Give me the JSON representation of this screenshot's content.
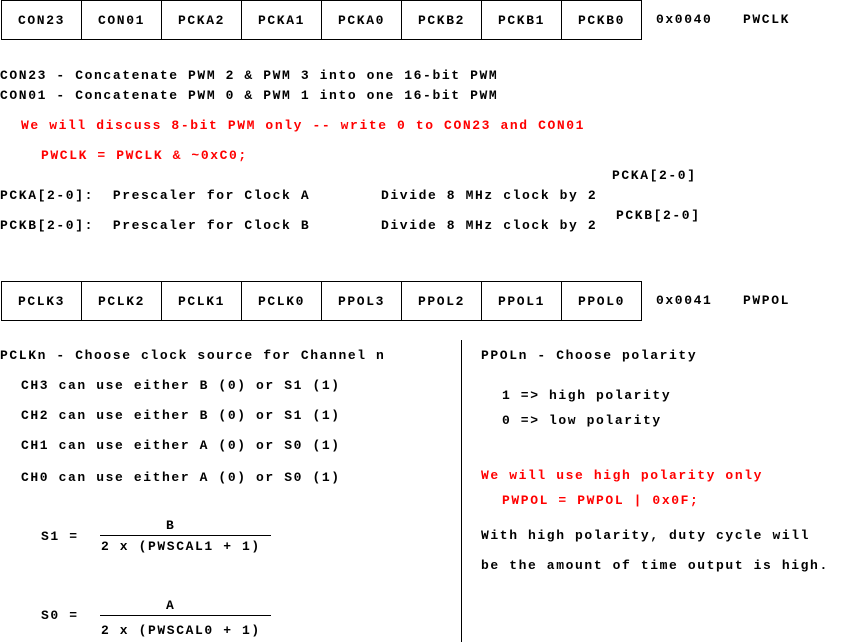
{
  "reg1": {
    "bits": [
      "CON23",
      "CON01",
      "PCKA2",
      "PCKA1",
      "PCKA0",
      "PCKB2",
      "PCKB1",
      "PCKB0"
    ],
    "address": "0x0040",
    "name": "PWCLK"
  },
  "reg2": {
    "bits": [
      "PCLK3",
      "PCLK2",
      "PCLK1",
      "PCLK0",
      "PPOL3",
      "PPOL2",
      "PPOL1",
      "PPOL0"
    ],
    "address": "0x0041",
    "name": "PWPOL"
  },
  "top": {
    "con23": "CON23 - Concatenate PWM 2 & PWM 3 into one 16-bit PWM",
    "con01": "CON01 - Concatenate PWM 0 & PWM 1 into one 16-bit PWM",
    "red_note": "We will discuss 8-bit PWM only -- write 0 to CON23 and CON01",
    "red_code": "PWCLK = PWCLK & ~0xC0;",
    "pcka_label": "PCKA[2-0]",
    "pckb_label": "PCKB[2-0]",
    "pcka_line": "PCKA[2-0]:  Prescaler for Clock A",
    "pcka_div": "Divide 8 MHz clock by 2",
    "pckb_line": "PCKB[2-0]:  Prescaler for Clock B",
    "pckb_div": "Divide 8 MHz clock by 2"
  },
  "left": {
    "title": "PCLKn - Choose clock source for Channel n",
    "lines": [
      "CH3 can use either B (0) or S1 (1)",
      "CH2 can use either B (0) or S1 (1)",
      "CH1 can use either A (0) or S0 (1)",
      "CH0 can use either A (0) or S0 (1)"
    ],
    "s1": {
      "lhs": "S1 =",
      "num": "B",
      "den": "2 x (PWSCAL1 + 1)"
    },
    "s0": {
      "lhs": "S0 =",
      "num": "A",
      "den": "2 x (PWSCAL0 + 1)"
    }
  },
  "right": {
    "title": "PPOLn - Choose polarity",
    "high": "1 => high polarity",
    "low": "0 => low polarity",
    "red_note": "We will use high polarity only",
    "red_code": "PWPOL = PWPOL | 0x0F;",
    "note1": "With high polarity, duty cycle will",
    "note2": "be the amount of time output is high."
  }
}
